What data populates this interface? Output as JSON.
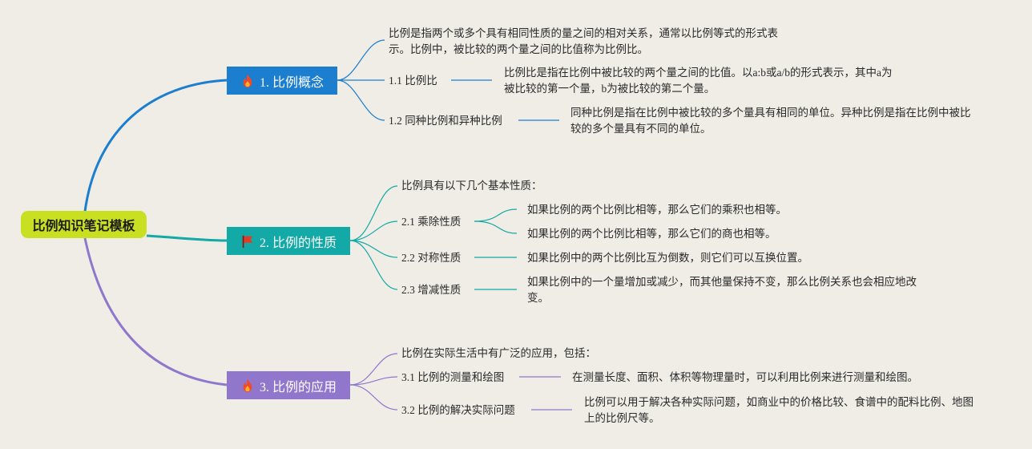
{
  "root": {
    "title": "比例知识笔记模板"
  },
  "branches": [
    {
      "title": "1. 比例概念",
      "icon": "fire-icon",
      "color": "#1c7ecf",
      "intro": "比例是指两个或多个具有相同性质的量之间的相对关系，通常以比例等式的形式表示。比例中，被比较的两个量之间的比值称为比例比。",
      "items": [
        {
          "label": "1.1 比例比",
          "desc": "比例比是指在比例中被比较的两个量之间的比值。以a:b或a/b的形式表示，其中a为被比较的第一个量，b为被比较的第二个量。"
        },
        {
          "label": "1.2 同种比例和异种比例",
          "desc": "同种比例是指在比例中被比较的多个量具有相同的单位。异种比例是指在比例中被比较的多个量具有不同的单位。"
        }
      ]
    },
    {
      "title": "2. 比例的性质",
      "icon": "flag-icon",
      "color": "#12a9a6",
      "intro": "比例具有以下几个基本性质：",
      "items": [
        {
          "label": "2.1 乘除性质",
          "descs": [
            "如果比例的两个比例比相等，那么它们的乘积也相等。",
            "如果比例的两个比例比相等，那么它们的商也相等。"
          ]
        },
        {
          "label": "2.2 对称性质",
          "desc": "如果比例中的两个比例比互为倒数，则它们可以互换位置。"
        },
        {
          "label": "2.3 增减性质",
          "desc": "如果比例中的一个量增加或减少，而其他量保持不变，那么比例关系也会相应地改变。"
        }
      ]
    },
    {
      "title": "3. 比例的应用",
      "icon": "fire-icon",
      "color": "#9077cc",
      "intro": "比例在实际生活中有广泛的应用，包括：",
      "items": [
        {
          "label": "3.1 比例的测量和绘图",
          "desc": "在测量长度、面积、体积等物理量时，可以利用比例来进行测量和绘图。"
        },
        {
          "label": "3.2 比例的解决实际问题",
          "desc": "比例可以用于解决各种实际问题，如商业中的价格比较、食谱中的配料比例、地图上的比例尺等。"
        }
      ]
    }
  ]
}
